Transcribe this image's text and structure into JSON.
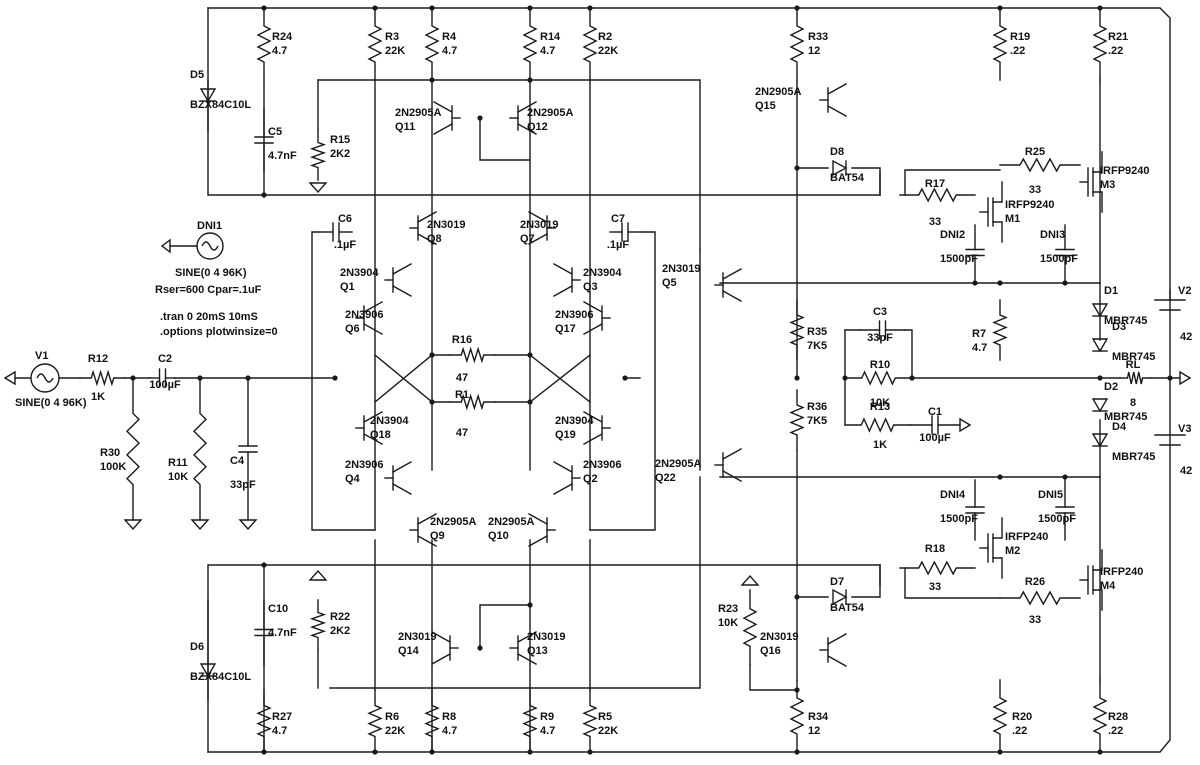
{
  "resistors": [
    {
      "ref": "R24",
      "value": "4.7"
    },
    {
      "ref": "R3",
      "value": "22K"
    },
    {
      "ref": "R4",
      "value": "4.7"
    },
    {
      "ref": "R14",
      "value": "4.7"
    },
    {
      "ref": "R2",
      "value": "22K"
    },
    {
      "ref": "R33",
      "value": "12"
    },
    {
      "ref": "R19",
      "value": ".22"
    },
    {
      "ref": "R21",
      "value": ".22"
    },
    {
      "ref": "R15",
      "value": "2K2"
    },
    {
      "ref": "R25",
      "value": "33"
    },
    {
      "ref": "R17",
      "value": "33"
    },
    {
      "ref": "R16",
      "value": "47"
    },
    {
      "ref": "R1",
      "value": "47"
    },
    {
      "ref": "R35",
      "value": "7K5"
    },
    {
      "ref": "R7",
      "value": "4.7"
    },
    {
      "ref": "R10",
      "value": "10K"
    },
    {
      "ref": "RL",
      "value": "8"
    },
    {
      "ref": "R36",
      "value": "7K5"
    },
    {
      "ref": "R13",
      "value": "1K"
    },
    {
      "ref": "R12",
      "value": "1K"
    },
    {
      "ref": "R30",
      "value": "100K"
    },
    {
      "ref": "R11",
      "value": "10K"
    },
    {
      "ref": "R18",
      "value": "33"
    },
    {
      "ref": "R26",
      "value": "33"
    },
    {
      "ref": "R22",
      "value": "2K2"
    },
    {
      "ref": "R23",
      "value": "10K"
    },
    {
      "ref": "R27",
      "value": "4.7"
    },
    {
      "ref": "R6",
      "value": "22K"
    },
    {
      "ref": "R8",
      "value": "4.7"
    },
    {
      "ref": "R9",
      "value": "4.7"
    },
    {
      "ref": "R5",
      "value": "22K"
    },
    {
      "ref": "R34",
      "value": "12"
    },
    {
      "ref": "R20",
      "value": ".22"
    },
    {
      "ref": "R28",
      "value": ".22"
    }
  ],
  "capacitors": [
    {
      "ref": "C5",
      "value": "4.7nF"
    },
    {
      "ref": "C6",
      "value": ".1µF"
    },
    {
      "ref": "C7",
      "value": ".1µF"
    },
    {
      "ref": "C2",
      "value": "100µF"
    },
    {
      "ref": "C4",
      "value": "33pF"
    },
    {
      "ref": "C3",
      "value": "33pF"
    },
    {
      "ref": "C1",
      "value": "100µF"
    },
    {
      "ref": "C10",
      "value": "4.7nF"
    },
    {
      "ref": "DNI2",
      "value": "1500pF"
    },
    {
      "ref": "DNI3",
      "value": "1500pF"
    },
    {
      "ref": "DNI4",
      "value": "1500pF"
    },
    {
      "ref": "DNI5",
      "value": "1500pF"
    }
  ],
  "transistors": [
    {
      "ref": "Q11",
      "model": "2N2905A"
    },
    {
      "ref": "Q12",
      "model": "2N2905A"
    },
    {
      "ref": "Q15",
      "model": "2N2905A"
    },
    {
      "ref": "Q8",
      "model": "2N3019"
    },
    {
      "ref": "Q7",
      "model": "2N3019"
    },
    {
      "ref": "Q1",
      "model": "2N3904"
    },
    {
      "ref": "Q3",
      "model": "2N3904"
    },
    {
      "ref": "Q6",
      "model": "2N3906"
    },
    {
      "ref": "Q17",
      "model": "2N3906"
    },
    {
      "ref": "Q5",
      "model": "2N3019"
    },
    {
      "ref": "Q18",
      "model": "2N3904"
    },
    {
      "ref": "Q19",
      "model": "2N3904"
    },
    {
      "ref": "Q4",
      "model": "2N3906"
    },
    {
      "ref": "Q2",
      "model": "2N3906"
    },
    {
      "ref": "Q22",
      "model": "2N2905A"
    },
    {
      "ref": "Q9",
      "model": "2N2905A"
    },
    {
      "ref": "Q10",
      "model": "2N2905A"
    },
    {
      "ref": "Q14",
      "model": "2N3019"
    },
    {
      "ref": "Q13",
      "model": "2N3019"
    },
    {
      "ref": "Q16",
      "model": "2N3019"
    },
    {
      "ref": "M1",
      "model": "IRFP9240"
    },
    {
      "ref": "M3",
      "model": "IRFP9240"
    },
    {
      "ref": "M2",
      "model": "IRFP240"
    },
    {
      "ref": "M4",
      "model": "IRFP240"
    }
  ],
  "diodes": [
    {
      "ref": "D5",
      "model": "BZX84C10L"
    },
    {
      "ref": "D6",
      "model": "BZX84C10L"
    },
    {
      "ref": "D8",
      "model": "BAT54"
    },
    {
      "ref": "D7",
      "model": "BAT54"
    },
    {
      "ref": "D1",
      "model": "MBR745"
    },
    {
      "ref": "D3",
      "model": "MBR745"
    },
    {
      "ref": "D2",
      "model": "MBR745"
    },
    {
      "ref": "D4",
      "model": "MBR745"
    }
  ],
  "sources": [
    {
      "ref": "V1",
      "value": "SINE(0 4 96K)"
    },
    {
      "ref": "DNI1",
      "value": "SINE(0 4 96K)"
    },
    {
      "ref": "V2",
      "value": "42"
    },
    {
      "ref": "V3",
      "value": "42"
    }
  ],
  "directives": {
    "source_params": "Rser=600 Cpar=.1uF",
    "tran": ".tran 0 20mS 10mS",
    "options": ".options plotwinsize=0"
  }
}
